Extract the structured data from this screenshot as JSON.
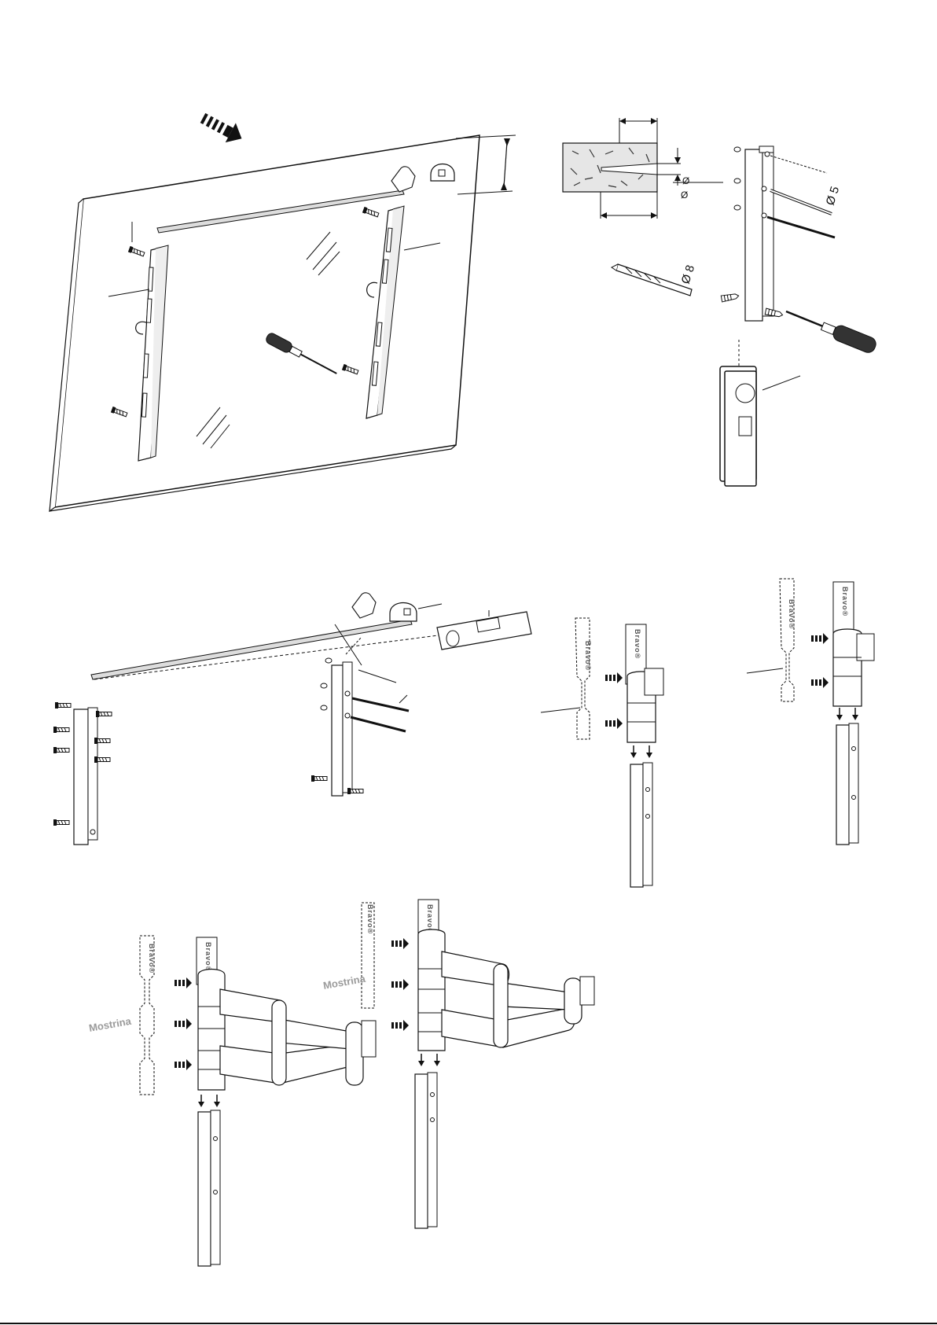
{
  "labels": {
    "diameter_symbol": "Ø",
    "diameter_5": "Ø 5",
    "diameter_8": "Ø 8",
    "brand": "Bravo®",
    "mostrina": "Mostrina"
  },
  "icons": [
    "arrow-icon",
    "hand-pointer-icon",
    "tape-measure-icon",
    "screwdriver-icon",
    "drill-bit-icon",
    "wall-plug-icon",
    "spirit-level-icon",
    "phone-icon",
    "screw-icon",
    "down-arrow-icon"
  ]
}
